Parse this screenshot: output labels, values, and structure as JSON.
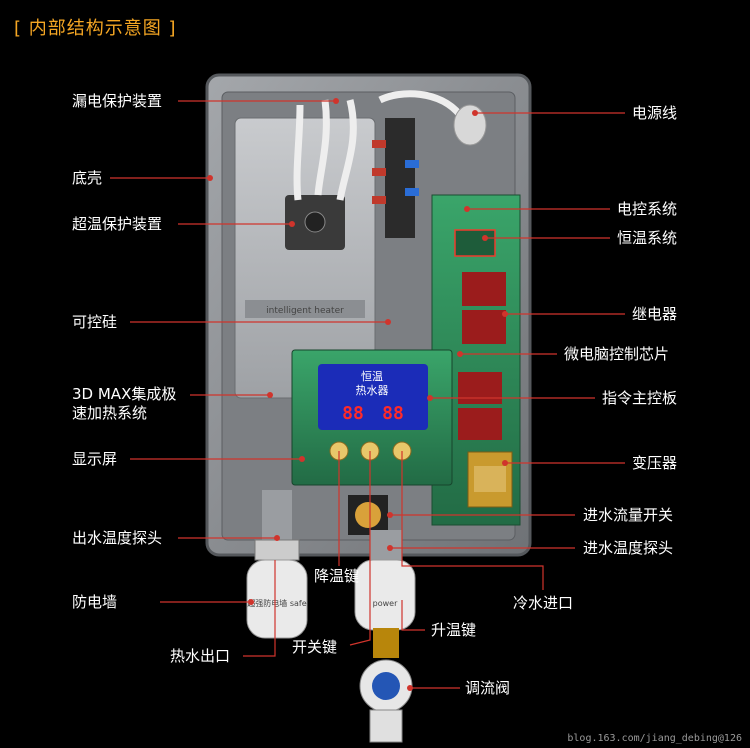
{
  "title": "[ 内部结构示意图 ]",
  "colors": {
    "background": "#000000",
    "title": "#f5a623",
    "leader_line": "#d0342c",
    "label_text": "#ffffff",
    "housing": "#8a8d91",
    "pcb": "#2e8b57"
  },
  "labels": {
    "leak_protection": "漏电保护装置",
    "bottom_shell": "底壳",
    "overheat_protection": "超温保护装置",
    "thyristor": "可控硅",
    "heating_system_line1": "3D MAX集成极",
    "heating_system_line2": "速加热系统",
    "display": "显示屏",
    "outlet_temp_probe": "出水温度探头",
    "anti_shock_wall": "防电墙",
    "hot_water_outlet": "热水出口",
    "power_cord": "电源线",
    "electronic_control": "电控系统",
    "thermostat": "恒温系统",
    "relay": "继电器",
    "mcu_chip": "微电脑控制芯片",
    "main_board": "指令主控板",
    "transformer": "变压器",
    "inlet_flow_switch": "进水流量开关",
    "inlet_temp_probe": "进水温度探头",
    "temp_down_key": "降温键",
    "cold_water_inlet": "冷水进口",
    "temp_up_key": "升温键",
    "power_key": "开关键",
    "flow_valve": "调流阀"
  },
  "device_text": {
    "panel_line1": "恒温",
    "panel_line2": "热水器",
    "digits_left": "88",
    "digits_right": "88",
    "heater_brand": "intelligent heater",
    "probe_text_left": "超强防电墙 safe",
    "probe_text_right": "power"
  },
  "watermark": "blog.163.com/jiang_debing@126"
}
